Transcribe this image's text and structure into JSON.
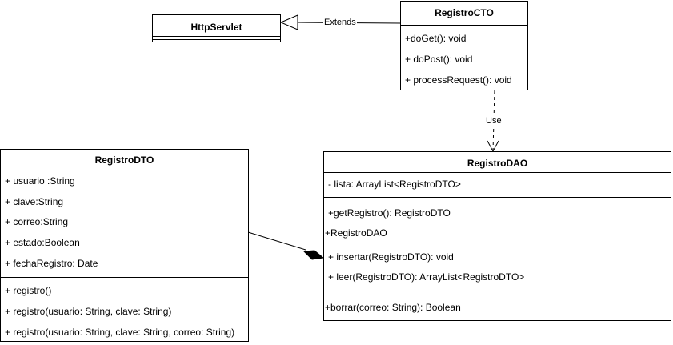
{
  "classes": {
    "http_servlet": {
      "name": "HttpServlet"
    },
    "registro_cto": {
      "name": "RegistroCTO",
      "methods": [
        "+doGet(): void",
        "+ doPost(): void",
        "+ processRequest(): void"
      ]
    },
    "registro_dto": {
      "name": "RegistroDTO",
      "attributes": [
        "+ usuario :String",
        "+ clave:String",
        "+ correo:String",
        "+ estado:Boolean",
        "+ fechaRegistro: Date"
      ],
      "methods": [
        "+ registro()",
        "+ registro(usuario: String, clave: String)",
        "+ registro(usuario: String, clave: String, correo: String)"
      ]
    },
    "registro_dao": {
      "name": "RegistroDAO",
      "attributes": [
        "- lista: ArrayList<RegistroDTO>"
      ],
      "methods": [
        "+getRegistro(): RegistroDTO",
        "+RegistroDAO",
        "+ insertar(RegistroDTO): void",
        "+ leer(RegistroDTO): ArrayList<RegistroDTO>",
        "+borrar(correo: String): Boolean"
      ]
    }
  },
  "relations": {
    "extends_label": "Extends",
    "use_label": "Use"
  }
}
